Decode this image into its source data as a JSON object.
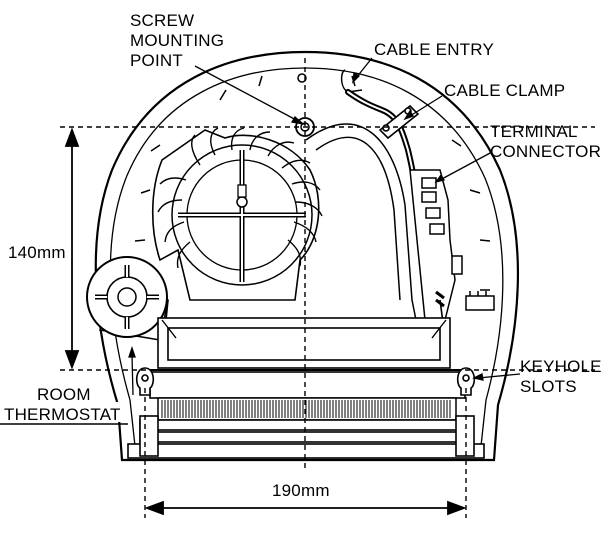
{
  "diagram": {
    "labels": {
      "screw_mounting_point": [
        "SCREW",
        "MOUNTING",
        "POINT"
      ],
      "cable_entry": "CABLE ENTRY",
      "cable_clamp": "CABLE CLAMP",
      "terminal_connector": [
        "TERMINAL",
        "CONNECTOR"
      ],
      "room_thermostat": [
        "ROOM",
        "THERMOSTAT"
      ],
      "keyhole_slots": [
        "KEYHOLE",
        "SLOTS"
      ]
    },
    "dimensions": {
      "height": "140mm",
      "width": "190mm"
    }
  }
}
